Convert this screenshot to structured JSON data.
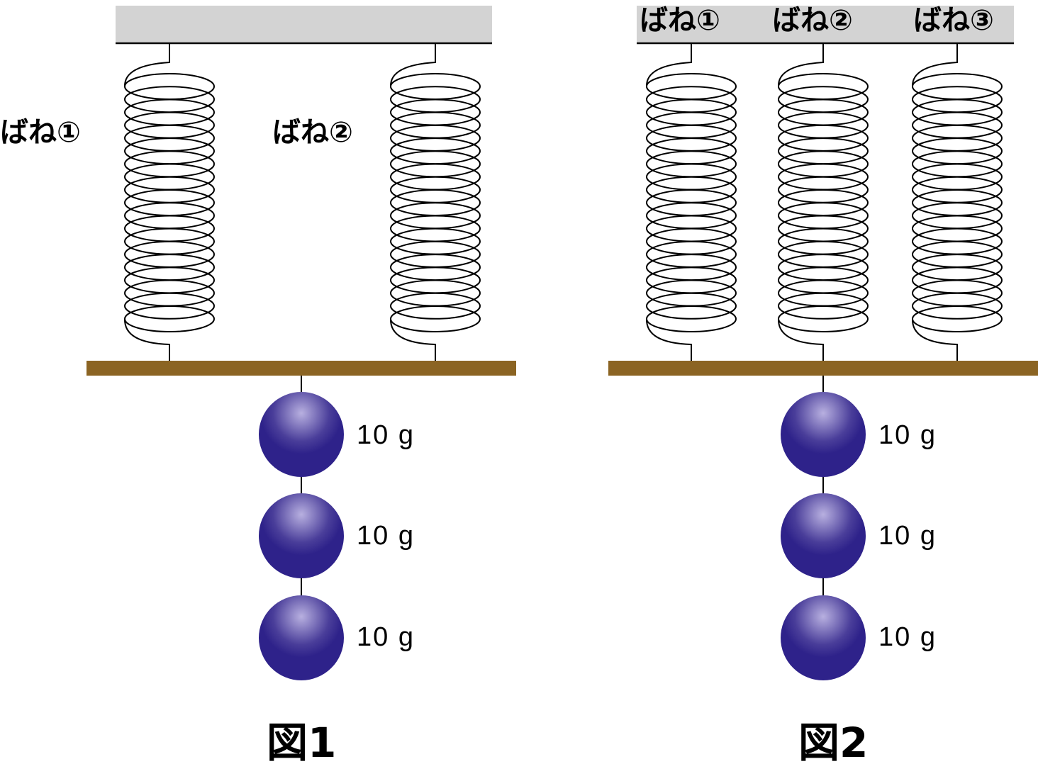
{
  "figure1": {
    "caption": "図1",
    "springs": [
      "ばね①",
      "ばね②"
    ],
    "masses": [
      "10 g",
      "10 g",
      "10 g"
    ]
  },
  "figure2": {
    "caption": "図2",
    "springs": [
      "ばね①",
      "ばね②",
      "ばね③"
    ],
    "masses": [
      "10 g",
      "10 g",
      "10 g"
    ]
  },
  "colors": {
    "ceiling": "#d3d3d3",
    "bar": "#8b6423",
    "ball": "#2e228a",
    "ball_highlight": "#b8b0e0"
  }
}
